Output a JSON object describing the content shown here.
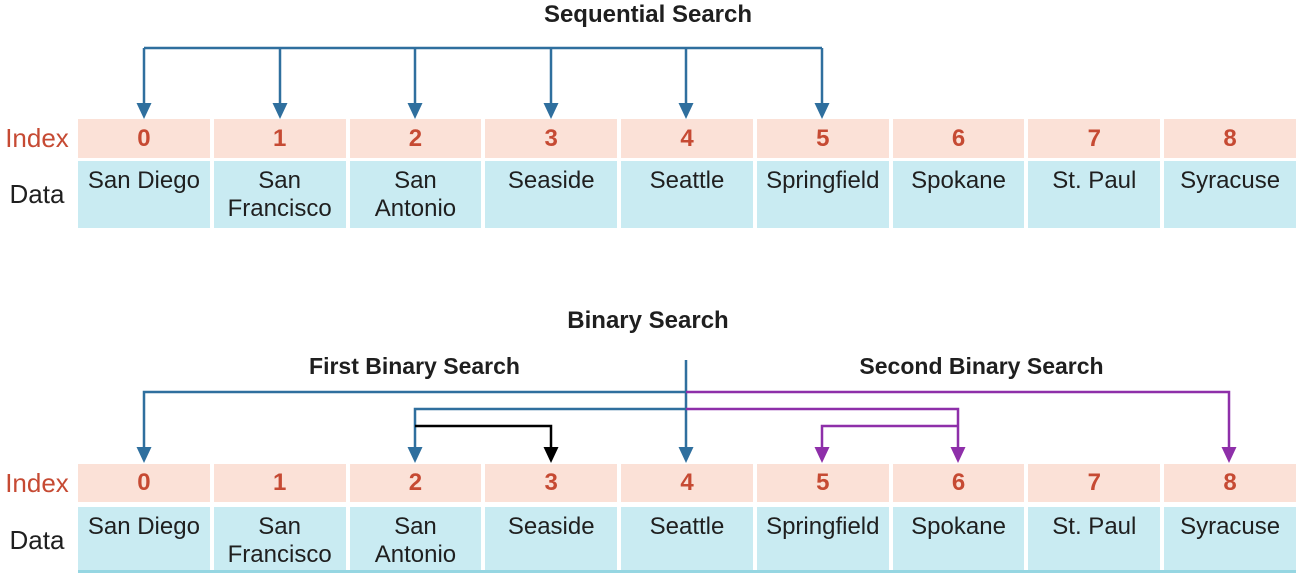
{
  "palette": {
    "blue": "#2f6f9e",
    "purple": "#8e2fa9",
    "black_line": "#000000",
    "index_text": "#c64a33",
    "index_bg": "#fbe1d7",
    "data_bg": "#c9ebf2",
    "text": "#1f1f1f",
    "table_edge": "#96d6e2"
  },
  "labels": {
    "index": "Index",
    "data": "Data"
  },
  "sequential": {
    "title": "Sequential Search",
    "indices": [
      "0",
      "1",
      "2",
      "3",
      "4",
      "5",
      "6",
      "7",
      "8"
    ],
    "cities": [
      "San Diego",
      "San Francisco",
      "San Antonio",
      "Seaside",
      "Seattle",
      "Springfield",
      "Spokane",
      "St. Paul",
      "Syracuse"
    ],
    "arrow_target_indices": [
      0,
      1,
      2,
      3,
      4,
      5
    ]
  },
  "binary": {
    "title": "Binary Search",
    "first_label": "First Binary Search",
    "second_label": "Second Binary Search",
    "indices": [
      "0",
      "1",
      "2",
      "3",
      "4",
      "5",
      "6",
      "7",
      "8"
    ],
    "cities": [
      "San Diego",
      "San Francisco",
      "San Antonio",
      "Seaside",
      "Seattle",
      "Springfield",
      "Spokane",
      "St. Paul",
      "Syracuse"
    ],
    "first_search_arrow_targets": [
      4,
      0,
      2,
      3
    ],
    "second_search_arrow_targets": [
      8,
      6,
      5
    ]
  }
}
